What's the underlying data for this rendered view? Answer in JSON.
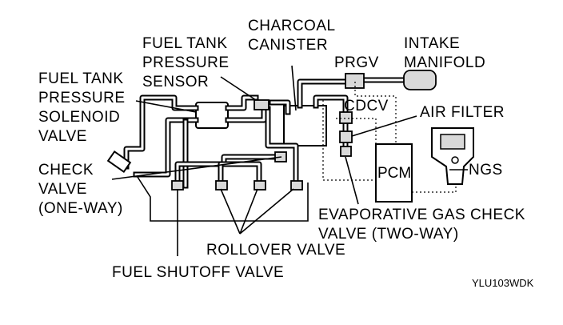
{
  "labels": {
    "charcoal_1": "CHARCOAL",
    "charcoal_2": "CANISTER",
    "intake_1": "INTAKE",
    "intake_2": "MANIFOLD",
    "fuel_tank_pressure_sensor_1": "FUEL TANK",
    "fuel_tank_pressure_sensor_2": "PRESSURE",
    "fuel_tank_pressure_sensor_3": "SENSOR",
    "prgv": "PRGV",
    "solenoid_1": "FUEL TANK",
    "solenoid_2": "PRESSURE",
    "solenoid_3": "SOLENOID",
    "solenoid_4": "VALVE",
    "cdcv": "CDCV",
    "air_filter": "AIR FILTER",
    "check_1": "CHECK",
    "check_2": "VALVE",
    "check_3": "(ONE-WAY)",
    "pcm": "PCM",
    "ngs": "NGS",
    "evap_1": "EVAPORATIVE GAS CHECK",
    "evap_2": "VALVE (TWO-WAY)",
    "rollover": "ROLLOVER VALVE",
    "fuel_shutoff": "FUEL SHUTOFF VALVE",
    "code": "YLU103WDK"
  }
}
